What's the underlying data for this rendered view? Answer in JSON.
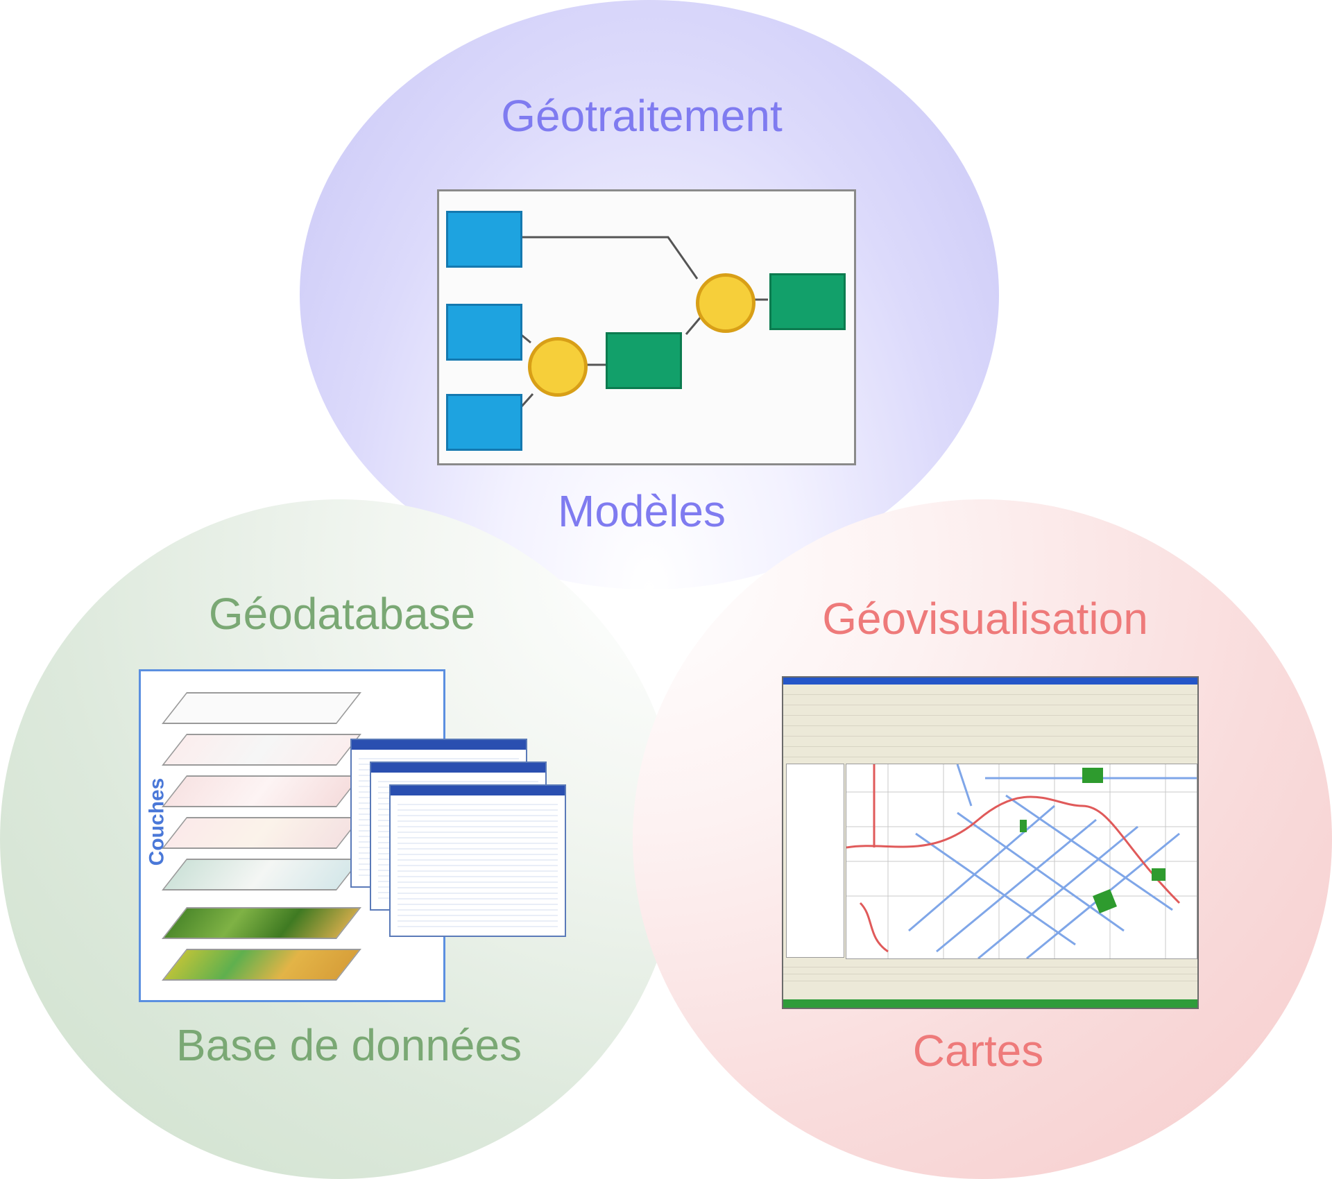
{
  "top": {
    "title": "Géotraitement",
    "subtitle": "Modèles"
  },
  "left": {
    "title": "Géodatabase",
    "subtitle": "Base de données",
    "axis_label": "Couches"
  },
  "right": {
    "title": "Géovisualisation",
    "subtitle": "Cartes"
  },
  "colors": {
    "top": "#7f7bf0",
    "left": "#7aa874",
    "right": "#ee7a7a"
  },
  "icons": [
    "model-diagram-icon",
    "geodatabase-layers-icon",
    "map-window-icon"
  ]
}
